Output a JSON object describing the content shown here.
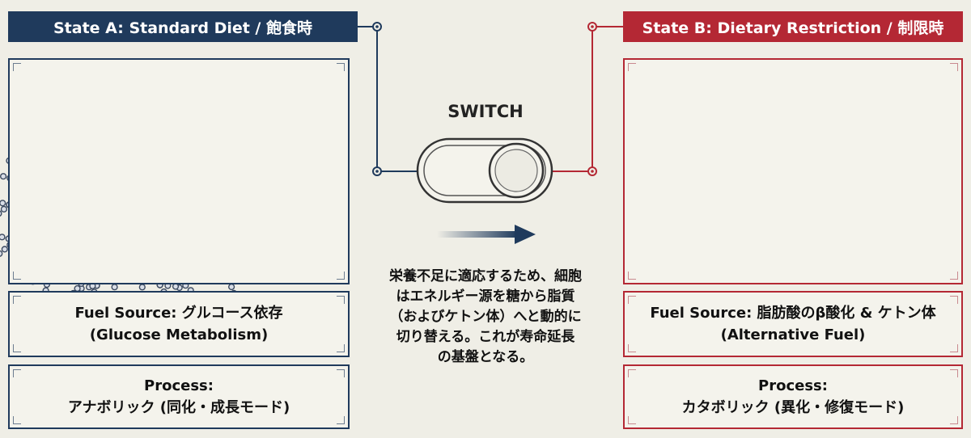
{
  "state_a": {
    "title": "State A: Standard Diet / 飽食時",
    "fuel_line1": "Fuel Source: グルコース依存",
    "fuel_line2": "(Glucose Metabolism)",
    "process_line1": "Process:",
    "process_line2": "アナボリック (同化・成長モード)"
  },
  "state_b": {
    "title": "State B: Dietary Restriction / 制限時",
    "fuel_line1": "Fuel Source: 脂肪酸のβ酸化 & ケトン体",
    "fuel_line2": "(Alternative Fuel)",
    "process_line1": "Process:",
    "process_line2": "カタボリック (異化・修復モード)"
  },
  "center": {
    "switch_label": "SWITCH",
    "description": [
      "栄養不足に適応するため、細胞",
      "はエネルギー源を糖から脂質",
      "（およびケトン体）へと動的に",
      "切り替える。これが寿命延長",
      "の基盤となる。"
    ]
  },
  "colors": {
    "navy": "#1f3a5c",
    "red": "#b42834",
    "background": "#efeee6"
  }
}
